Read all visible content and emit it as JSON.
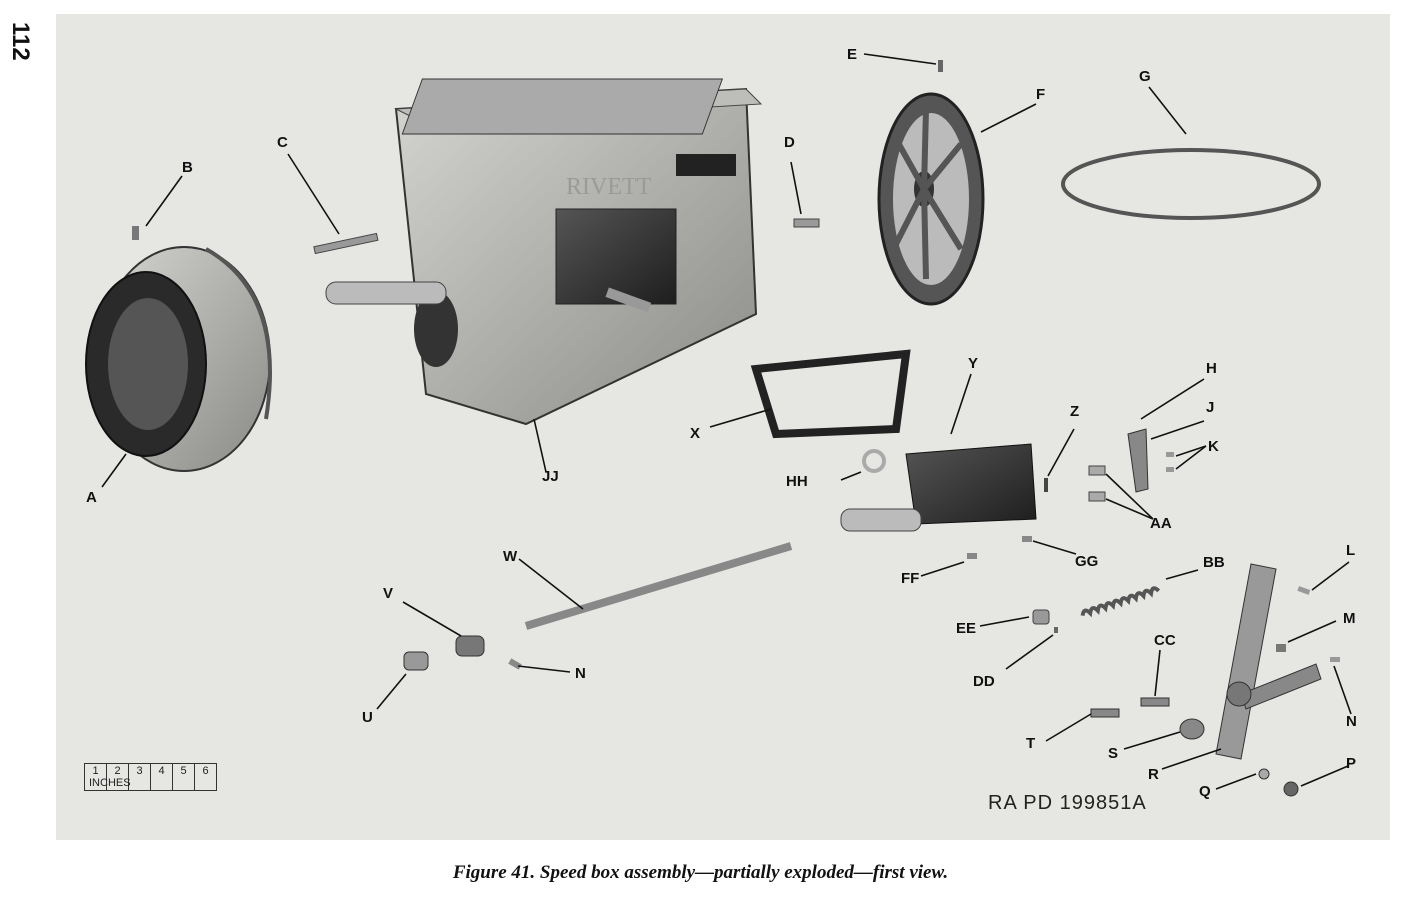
{
  "page_number": "112",
  "caption": "Figure 41.  Speed box assembly—partially exploded—first view.",
  "drawing_code": "RA PD 199851A",
  "casting_mark": "RIVETT",
  "scale": {
    "ticks": [
      "1",
      "2",
      "3",
      "4",
      "5",
      "6"
    ],
    "unit": "INCHES"
  },
  "part_labels": [
    "A",
    "B",
    "C",
    "D",
    "E",
    "F",
    "G",
    "H",
    "J",
    "K",
    "L",
    "M",
    "N",
    "N",
    "P",
    "Q",
    "R",
    "S",
    "T",
    "U",
    "V",
    "W",
    "X",
    "Y",
    "Z",
    "AA",
    "BB",
    "CC",
    "DD",
    "EE",
    "FF",
    "GG",
    "HH",
    "JJ"
  ]
}
